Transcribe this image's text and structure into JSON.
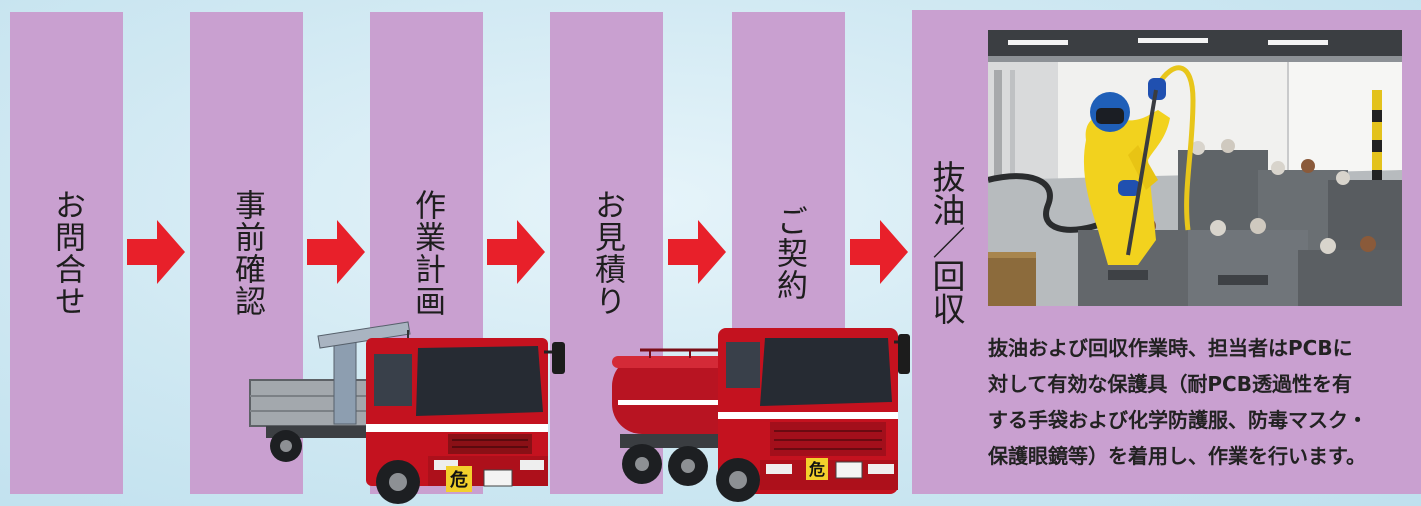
{
  "steps": [
    {
      "label": "お問合せ"
    },
    {
      "label": "事前確認"
    },
    {
      "label": "作業計画"
    },
    {
      "label": "お見積り"
    },
    {
      "label": "ご契約"
    }
  ],
  "final_step": {
    "label": "抜油／回収",
    "description_lines": [
      "抜油および回収作業時、担当者はPCBに",
      "対して有効な保護具（耐PCB透過性を有",
      "する手袋および化学防護服、防毒マスク・",
      "保護眼鏡等）を着用し、作業を行います。"
    ]
  },
  "trucks": {
    "crane_hazard_sign": "危",
    "tanker_hazard_sign": "危"
  },
  "icons": {
    "arrow": "right-arrow-icon",
    "crane_truck": "crane-truck-illustration",
    "tanker_truck": "tanker-truck-illustration"
  },
  "colors": {
    "background": "#cfe8f2",
    "column": "#c9a0d0",
    "arrow": "#e8202a",
    "truck_red": "#c4121f",
    "hazard_sign": "#f2d02c"
  }
}
